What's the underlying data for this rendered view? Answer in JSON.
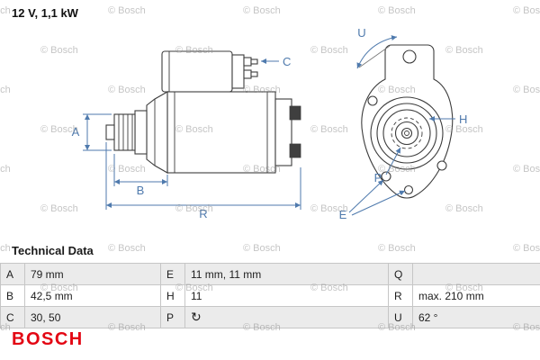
{
  "header": {
    "power_label": "12 V, 1,1 kW"
  },
  "watermark": {
    "text": "© Bosch"
  },
  "diagram": {
    "dimension_color": "#4f7aad",
    "line_color": "#3c3c3c",
    "labels": {
      "A": "A",
      "B": "B",
      "C": "C",
      "R": "R",
      "U": "U",
      "H": "H",
      "P": "P",
      "E": "E"
    }
  },
  "technical_data": {
    "title": "Technical Data",
    "rows": [
      [
        {
          "key": "A",
          "value": "79 mm"
        },
        {
          "key": "E",
          "value": "11 mm, 11 mm"
        },
        {
          "key": "Q",
          "value": ""
        }
      ],
      [
        {
          "key": "B",
          "value": "42,5 mm"
        },
        {
          "key": "H",
          "value": "11"
        },
        {
          "key": "R",
          "value": "max. 210 mm"
        }
      ],
      [
        {
          "key": "C",
          "value": "30, 50"
        },
        {
          "key": "P",
          "value": "↻",
          "icon": "clockwise-rotation-icon"
        },
        {
          "key": "U",
          "value": "62 °"
        }
      ]
    ]
  },
  "footer": {
    "brand": "BOSCH",
    "brand_color": "#e30613"
  }
}
